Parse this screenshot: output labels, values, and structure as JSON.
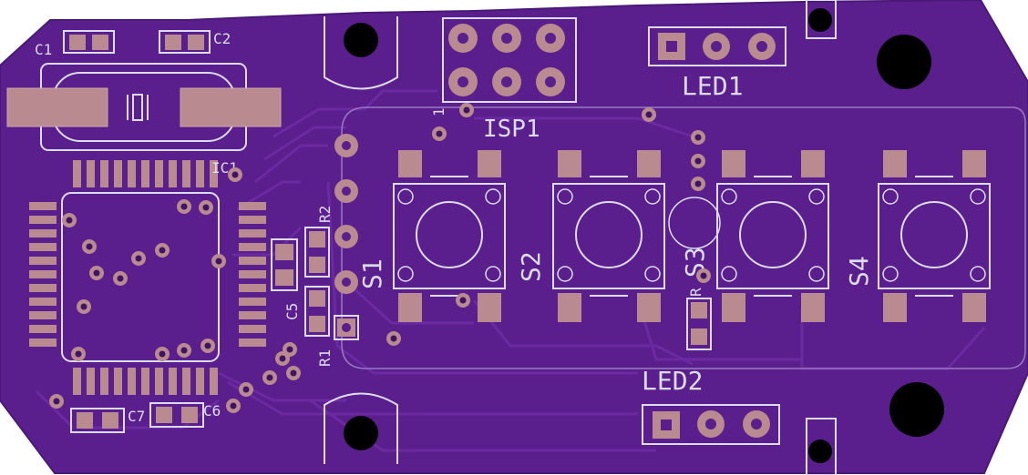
{
  "board": {
    "colors": {
      "background": "#ffffff",
      "soldermask": "#5a1f8c",
      "mask_dark": "#3f1366",
      "copper_pad": "#b98a8f",
      "silkscreen": "#dcdcf0",
      "drill": "#000000"
    },
    "silk_labels": {
      "c1": "C1",
      "c2": "C2",
      "c5": "C5",
      "c6": "C6",
      "c7": "C7",
      "r1": "R1",
      "r2": "R2",
      "led1": "LED1",
      "led2": "LED2",
      "isp1": "ISP1",
      "isp1_pin1": "1",
      "s1": "S1",
      "s2": "S2",
      "s3": "S3",
      "s4": "S4",
      "ic1": "IC1",
      "r_small": "R"
    },
    "icons": [
      "crystal-symbol-icon",
      "mounting-hole-icon",
      "pushbutton-footprint-icon"
    ]
  }
}
